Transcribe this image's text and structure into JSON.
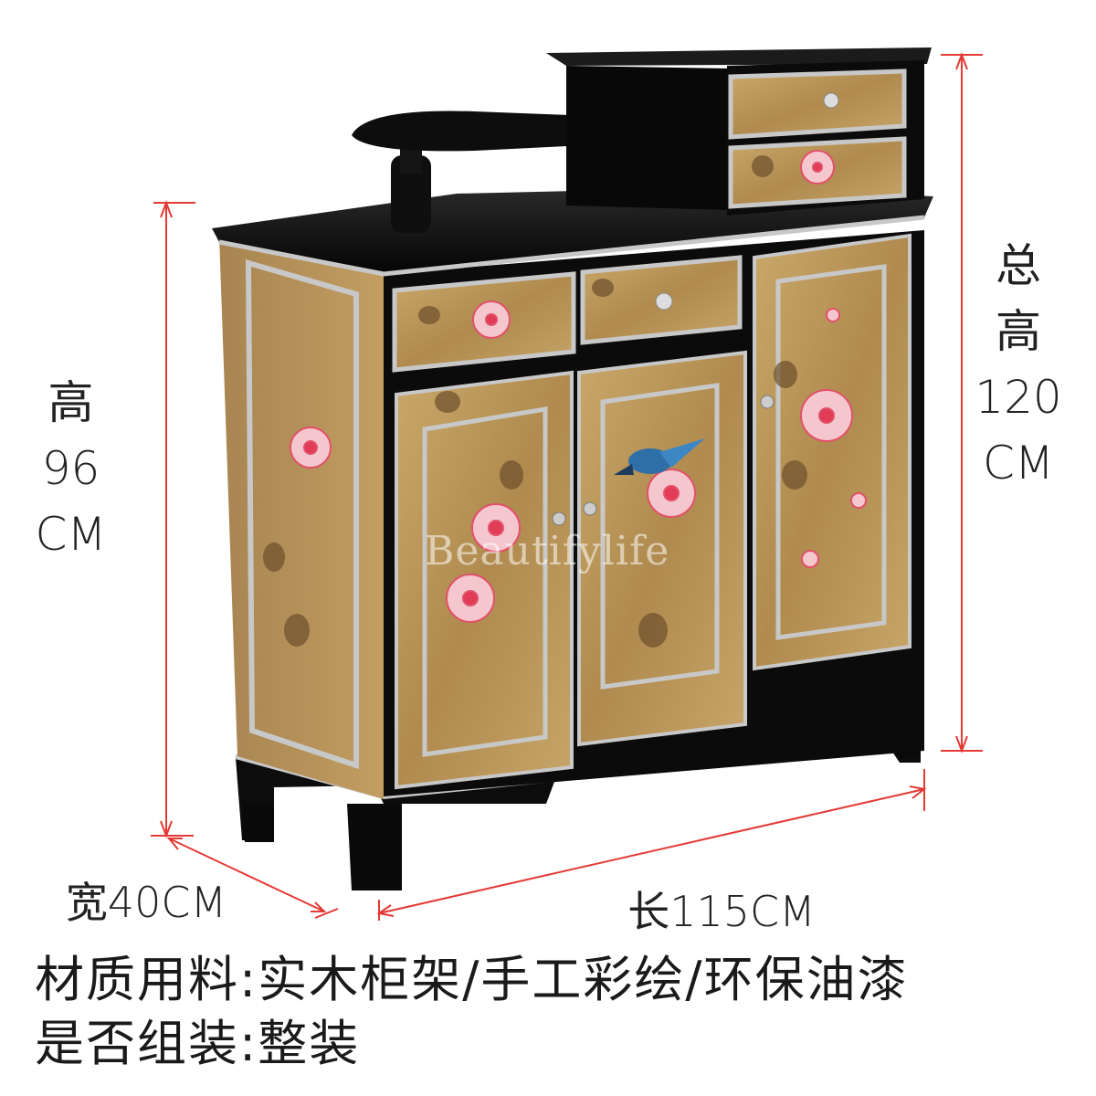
{
  "dimensions": {
    "height_label": [
      "高",
      "96",
      "CM"
    ],
    "total_height_label": [
      "总",
      "高",
      "120",
      "CM"
    ],
    "width_label": "宽40CM",
    "length_label": "长115CM"
  },
  "watermark": "Beautifylife",
  "specs": {
    "material": "材质用料:实木柜架/手工彩绘/环保油漆",
    "assembly": "是否组装:整装"
  },
  "colors": {
    "gold_leaf": "#b8955a",
    "lacquer_black": "#111111",
    "silver_trim": "#c8c8c8",
    "dimension_red": "#e53935",
    "blossom_pink": "#f06078"
  }
}
